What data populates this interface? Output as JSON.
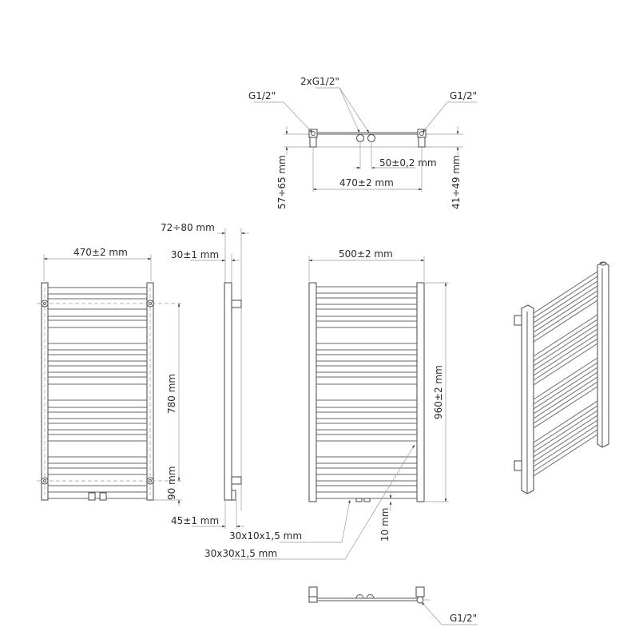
{
  "drawing": {
    "subject": "towel radiator technical drawing",
    "top_view": {
      "labels": {
        "left_connection": "G1/2\"",
        "center_connections": "2xG1/2\"",
        "right_connection": "G1/2\"",
        "center_spacing": "50±0,2 mm",
        "connection_spacing": "470±2 mm",
        "left_depth": "57÷65 mm",
        "right_depth": "41÷49 mm"
      }
    },
    "front_view": {
      "labels": {
        "width": "470±2 mm",
        "height_between_mounts": "780 mm",
        "bottom_offset": "90 mm"
      }
    },
    "side_view": {
      "labels": {
        "total_depth": "72÷80 mm",
        "profile_depth": "30±1 mm",
        "bottom_depth": "45±1 mm"
      }
    },
    "back_view": {
      "labels": {
        "width": "500±2 mm",
        "height": "960±2 mm",
        "bottom_clearance": "10 mm",
        "bar_profile": "30x10x1,5 mm",
        "frame_profile": "30x30x1,5 mm"
      }
    },
    "bottom_view": {
      "labels": {
        "connection": "G1/2\""
      }
    },
    "colors": {
      "line": "#555555",
      "dimension_line": "#9a9a9a",
      "text": "#2a2a2a",
      "background": "#ffffff"
    }
  }
}
